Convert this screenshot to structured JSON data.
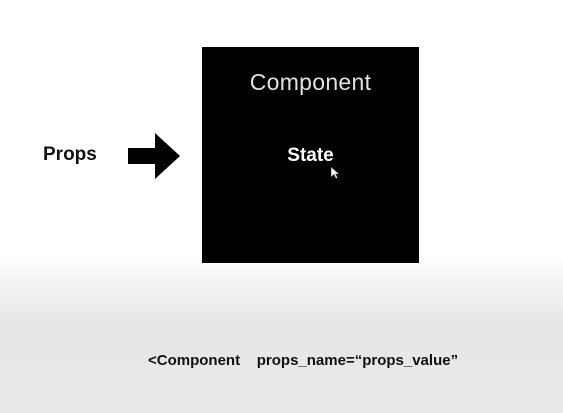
{
  "diagram": {
    "input_label": "Props",
    "component": {
      "title": "Component",
      "inner_label": "State"
    },
    "code_example": "<Component    props_name=“props_value”"
  },
  "icons": {
    "arrow": "right-arrow-icon",
    "cursor": "mouse-pointer-icon"
  },
  "colors": {
    "component_bg": "#000000",
    "text_dark": "#111111",
    "text_light": "#ffffff"
  }
}
